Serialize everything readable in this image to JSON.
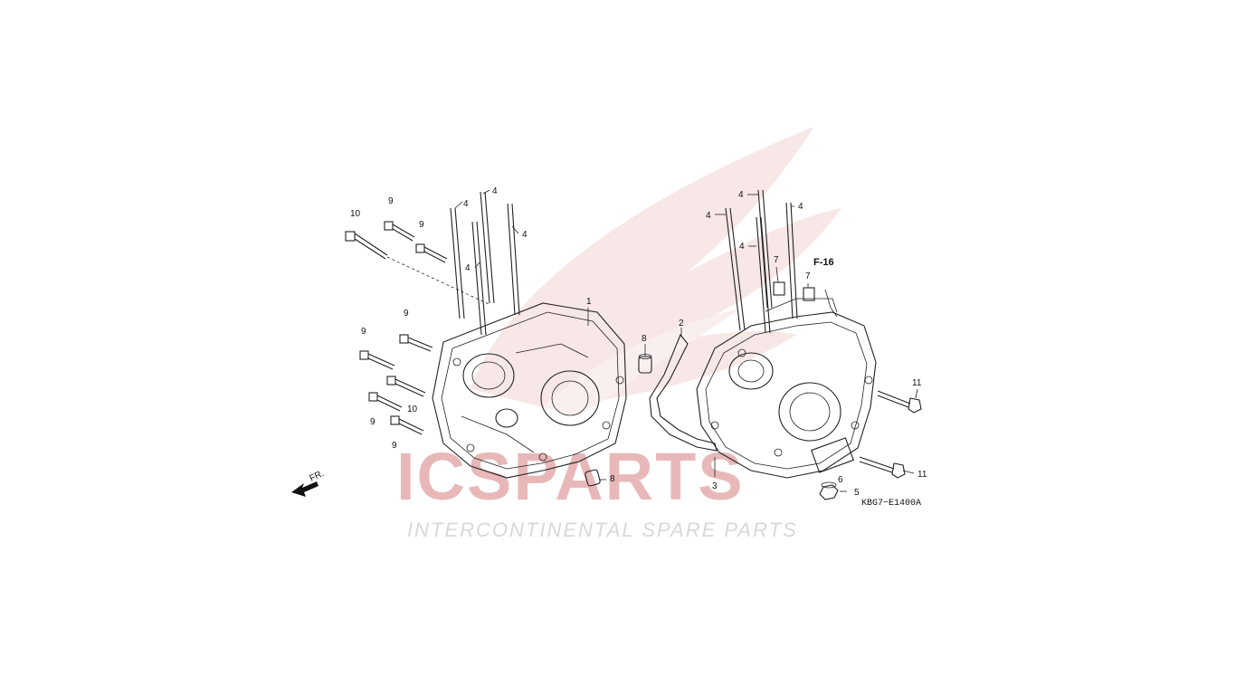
{
  "watermark": {
    "logo_text": "ICSPARTS",
    "tagline": "INTERCONTINENTAL SPARE PARTS",
    "colors": {
      "wing": "#f3d4d4",
      "logo": "#e8b8b8",
      "tagline": "#d8d8d8"
    }
  },
  "diagram": {
    "drawing_code": "KBG7−E1400A",
    "reference": "F-16",
    "direction_label": "FR.",
    "callouts": [
      "1",
      "2",
      "3",
      "4",
      "5",
      "6",
      "7",
      "8",
      "9",
      "10",
      "11"
    ]
  }
}
